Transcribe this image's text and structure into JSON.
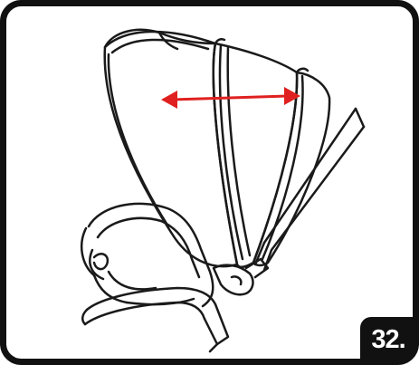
{
  "step": {
    "number": "32."
  },
  "colors": {
    "frame": "#111111",
    "line_art": "#1a1a1a",
    "arrow": "#e02020",
    "badge_background": "#111111",
    "badge_text": "#ffffff"
  },
  "icons": {
    "arrow": "double-headed-horizontal-arrow",
    "subject": "stroller-canopy"
  }
}
